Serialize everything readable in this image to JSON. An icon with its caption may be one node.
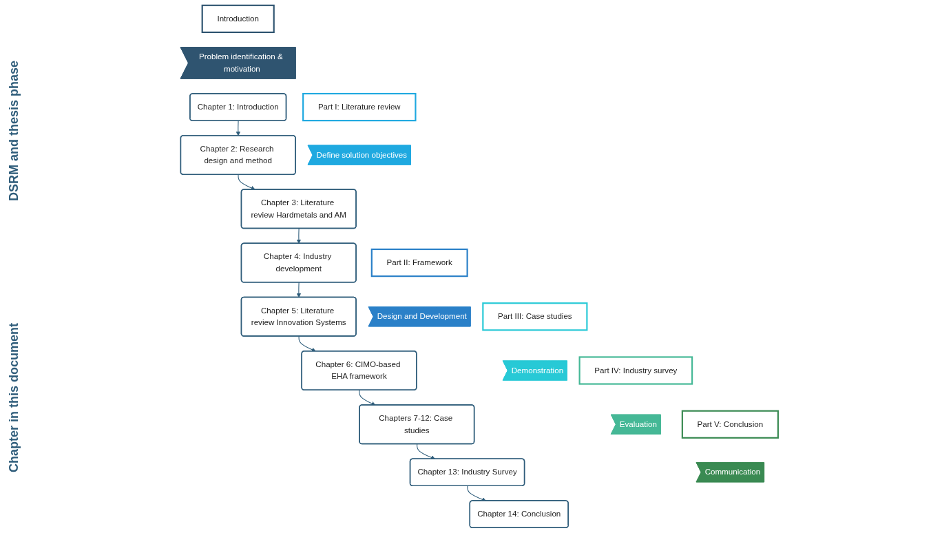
{
  "diagram": {
    "nodes": [
      {
        "text": [
          "Introduction"
        ]
      },
      {
        "text": [
          "Part I: Literature review"
        ]
      },
      {
        "text": [
          "Part II: Framework"
        ]
      },
      {
        "text": [
          "Part III: Case studies"
        ]
      },
      {
        "text": [
          "Part IV: Industry survey"
        ]
      },
      {
        "text": [
          "Part V: Conclusion"
        ]
      },
      {
        "text": [
          "Problem identification & motivation"
        ]
      },
      {
        "text": [
          "Define solution objectives"
        ]
      },
      {
        "text": [
          "Design and Development"
        ]
      },
      {
        "text": [
          "Demonstration"
        ]
      },
      {
        "text": [
          "Evaluation"
        ]
      },
      {
        "text": [
          "Communication"
        ]
      },
      {
        "text": [
          "Chapter 1: Introduction"
        ]
      },
      {
        "text": [
          "Chapter 2: Research design and method"
        ]
      },
      {
        "text": [
          "Chapter 3: Literature review Hardmetals and AM"
        ]
      },
      {
        "text": [
          "Chapter 4: Industry development"
        ]
      },
      {
        "text": [
          "Chapter 5: Literature review Innovation Systems"
        ]
      },
      {
        "text": [
          "Chapter 6: CIMO-based EHA framework"
        ]
      },
      {
        "text": [
          "Chapters 7-12: Case studies"
        ]
      },
      {
        "text": [
          "Chapter 13: Industry Survey"
        ]
      },
      {
        "text": [
          "Chapter 14: Conclusion"
        ]
      }
    ],
    "edges": [
      {
        "from": 12,
        "to": 13,
        "arrow": "to"
      },
      {
        "from": 13,
        "to": 14,
        "arrow": "to"
      },
      {
        "from": 14,
        "to": 15,
        "arrow": "to"
      },
      {
        "from": 15,
        "to": 16,
        "arrow": "to"
      },
      {
        "from": 16,
        "to": 17,
        "arrow": "to"
      },
      {
        "from": 17,
        "to": 18,
        "arrow": "to"
      },
      {
        "from": 18,
        "to": 19,
        "arrow": "to"
      },
      {
        "from": 19,
        "to": 20,
        "arrow": "to"
      }
    ],
    "labels": [
      "DSRM and thesis phase",
      "Chapter in this document"
    ]
  }
}
